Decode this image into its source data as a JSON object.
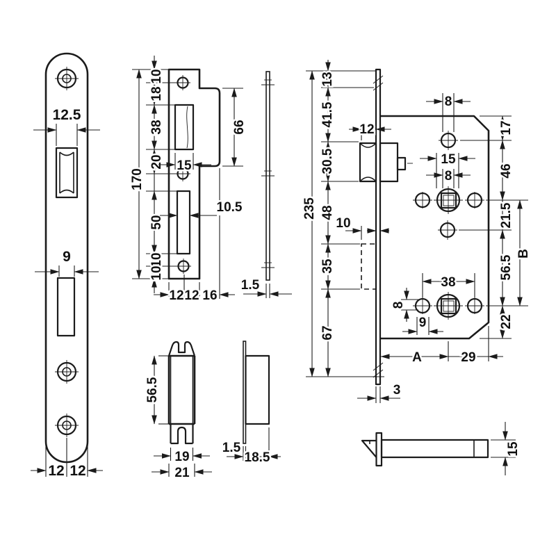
{
  "drawing": {
    "type": "technical-dimension-drawing",
    "subject": "mortise-lock-set",
    "colors": {
      "line": "#1b1b1b",
      "background": "#ffffff",
      "text": "#111111"
    },
    "labels": {
      "faceplate_front": {
        "latch_slot_width": "12.5",
        "bolt_slot_width": "9",
        "foot_left": "12",
        "foot_right": "12"
      },
      "strike_plate": {
        "total_height": "170",
        "top_to_screw": "10",
        "screw_to_cutout": "18",
        "cutout_height": "38",
        "cutout_to_screw": "20",
        "cutout_width": "15",
        "tab_height": "66",
        "bolt_slot_width": "10.5",
        "bolt_slot_height": "50",
        "below_slot": "10",
        "bottom_edge": "10",
        "width_left": "12",
        "width_right": "12",
        "width_tab": "16"
      },
      "strike_side": {
        "thickness": "1.5"
      },
      "lock_case": {
        "total_height": "235",
        "seg_top": "13",
        "seg_upper": "41.5",
        "latch_height": "30.5",
        "seg_mid": "48",
        "deadbolt_height": "35",
        "seg_bottom": "67",
        "latch_protrusion": "12",
        "deadbolt_protrusion": "10",
        "top_hole_dia": "8",
        "edge_to_hole": "17",
        "follower_sq_outer": "15",
        "follower_sq_inner": "8",
        "hole_to_follower": "46",
        "follower_to_hole": "21.5",
        "follower_centers": "B",
        "hole_to_wc_follower": "56.5",
        "wc_holes_span": "38",
        "wc_hole_offset_v": "8",
        "wc_hole_offset_h": "9",
        "wc_to_bottom": "22",
        "backset": "A",
        "center_to_edge": "29",
        "faceplate_thickness": "3"
      },
      "dust_box_front": {
        "height": "56.5",
        "inner_width": "19",
        "outer_width": "21"
      },
      "dust_box_side": {
        "flange_thickness": "1.5",
        "depth": "18.5"
      },
      "latch_bolt_side": {
        "height": "15"
      }
    }
  }
}
